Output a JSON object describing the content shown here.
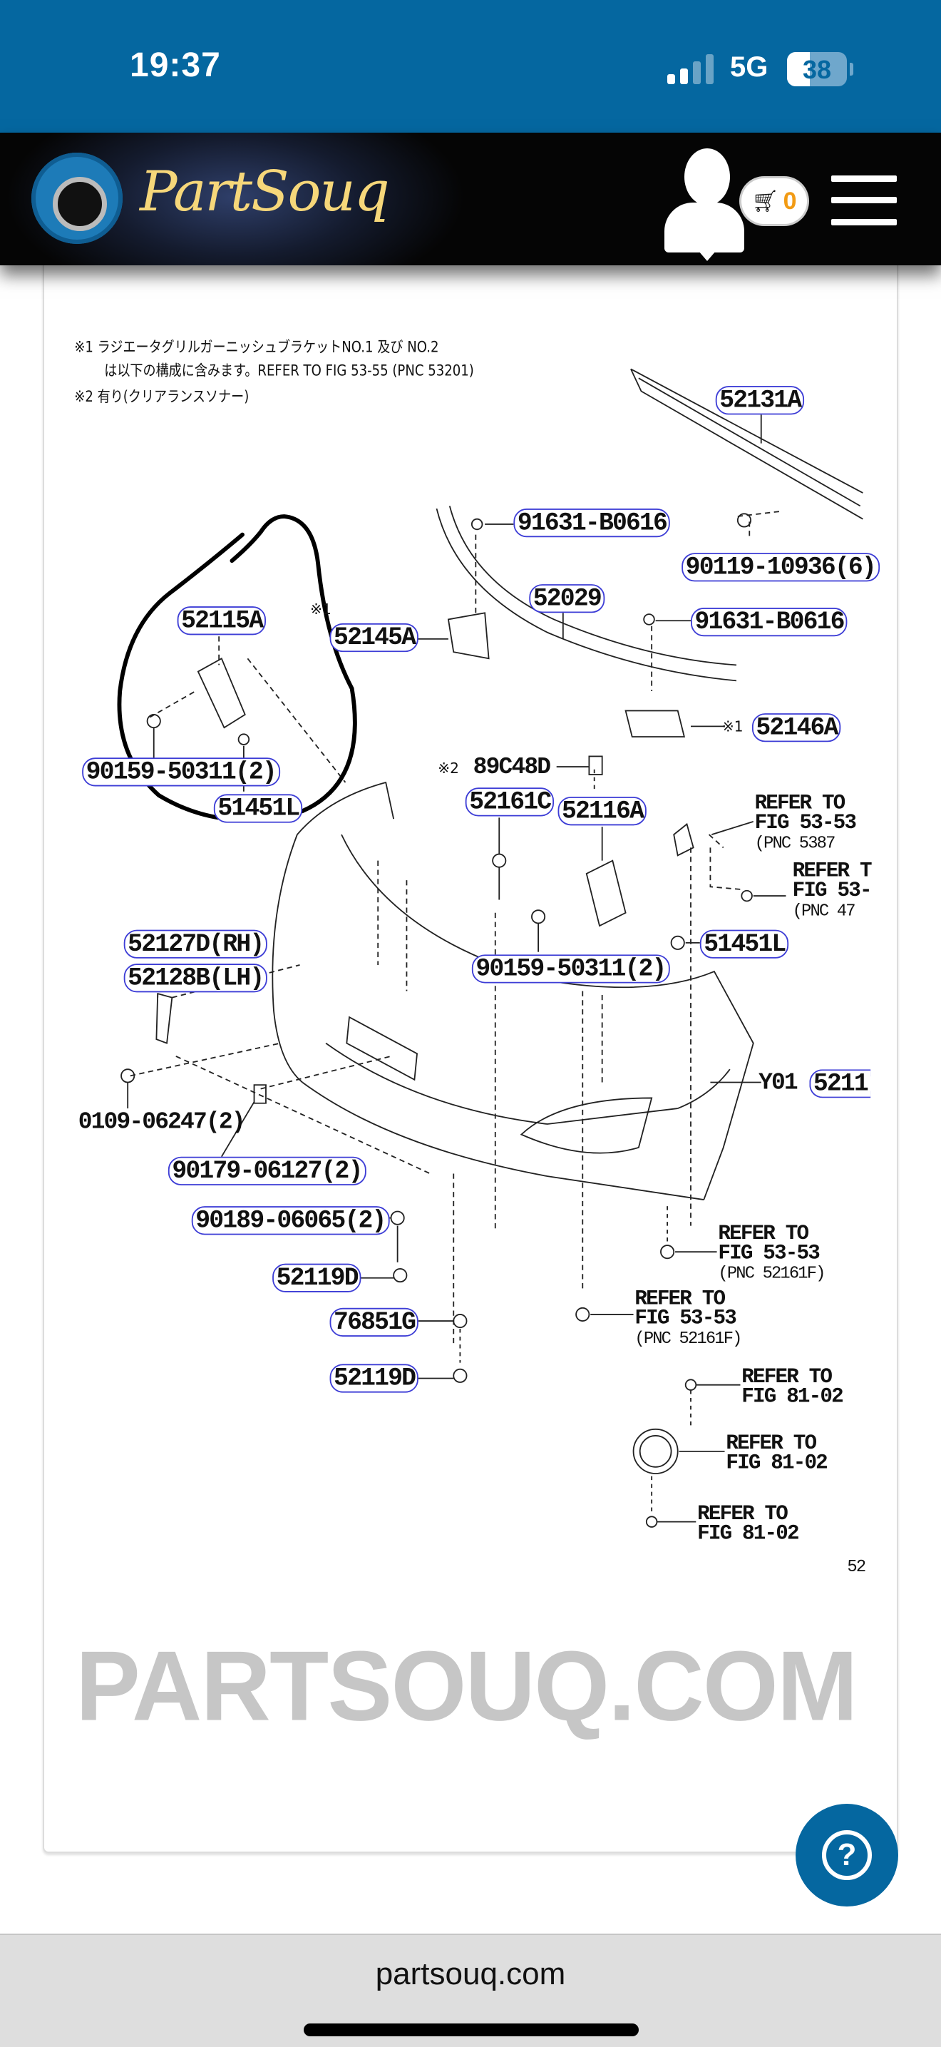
{
  "status_bar": {
    "time": "19:37",
    "network": "5G",
    "battery": "38",
    "battery_level": 0.38,
    "signal_bars": 2
  },
  "header": {
    "brand": "PartSouq",
    "logo_text": "PARTSOUQ",
    "cart_count": "0",
    "icons": [
      "user-icon",
      "cart-icon",
      "menu-icon"
    ]
  },
  "diagram": {
    "notes": [
      "※1 ラジエータグリルガーニッシュブラケットNO.1 及び NO.2",
      "は以下の構成に含みます。REFER TO FIG 53-55 (PNC 53201)",
      "※2 有り(クリアランスソナー)"
    ],
    "watermark": "PARTSOUQ.COM",
    "marks": {
      "m1": "※1",
      "m2": "※2"
    },
    "callouts": [
      "52131A",
      "91631-B0616",
      "90119-10936(6)",
      "52029",
      "91631-B0616",
      "52115A",
      "52145A",
      "52146A",
      "90159-50311(2)",
      "51451L",
      "89C48D",
      "52161C",
      "52116A",
      "52127D(RH)",
      "52128B(LH)",
      "51451L",
      "90159-50311(2)",
      "5211",
      "0109-06247(2)",
      "90179-06127(2)",
      "90189-06065(2)",
      "52119D",
      "76851G",
      "52119D"
    ],
    "y01_prefix": "Y01",
    "references": [
      {
        "l1": "REFER TO",
        "l2": "FIG 53-53",
        "l3": "(PNC 5387"
      },
      {
        "l1": "REFER T",
        "l2": "FIG 53-",
        "l3": "(PNC 47"
      },
      {
        "l1": "REFER TO",
        "l2": "FIG 53-53",
        "l3": "(PNC 52161F)"
      },
      {
        "l1": "REFER TO",
        "l2": "FIG 53-53",
        "l3": "(PNC 52161F)"
      },
      {
        "l1": "REFER TO",
        "l2": "FIG 81-02"
      },
      {
        "l1": "REFER TO",
        "l2": "FIG 81-02"
      },
      {
        "l1": "REFER TO",
        "l2": "FIG 81-02"
      }
    ],
    "page_number": "52"
  },
  "help_button": {
    "label": "?"
  },
  "browser": {
    "url": "partsouq.com"
  },
  "colors": {
    "status_blue": "#0567a0",
    "brand_gold": "#f6d77a",
    "callout_outline": "#3d3dd6",
    "cart_count": "#f29b14"
  }
}
